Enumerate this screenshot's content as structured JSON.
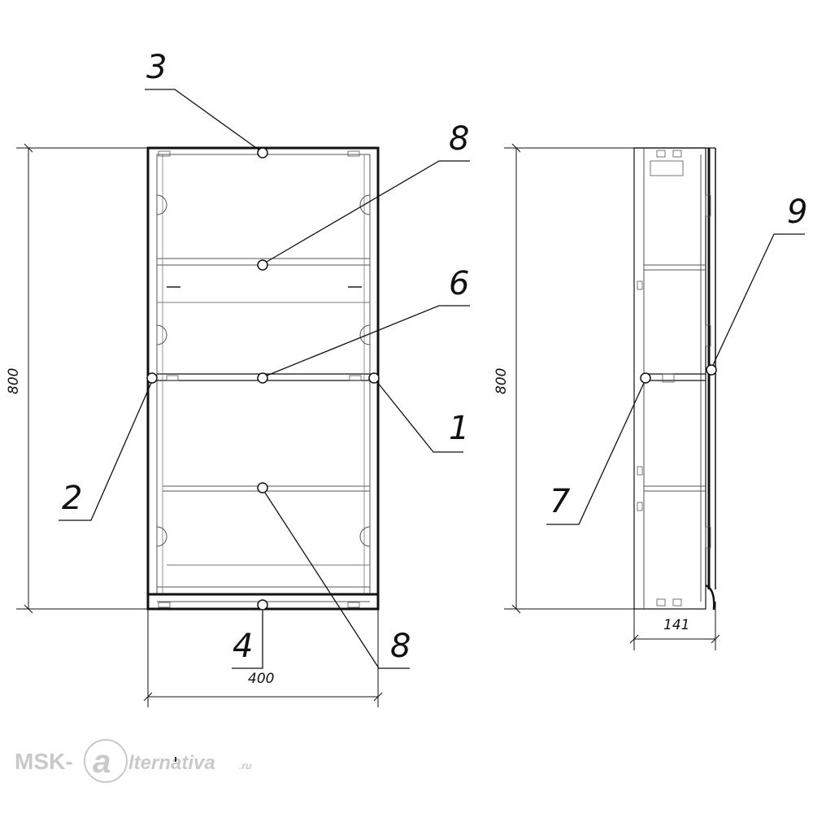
{
  "dimensions": {
    "front_height": "800",
    "front_width": "400",
    "side_height": "800",
    "side_depth": "141"
  },
  "callouts": {
    "c1": "1",
    "c2": "2",
    "c3": "3",
    "c4": "4",
    "c6": "6",
    "c7": "7",
    "c8_top": "8",
    "c8_bottom": "8",
    "c9": "9"
  },
  "watermark": {
    "prefix": "MSK-",
    "logo_letter": "a",
    "suffix": "lternativa",
    "domain": ".ru"
  },
  "colors": {
    "line": "#111111",
    "fine_line": "#555555",
    "watermark": "#c9c9c9"
  }
}
